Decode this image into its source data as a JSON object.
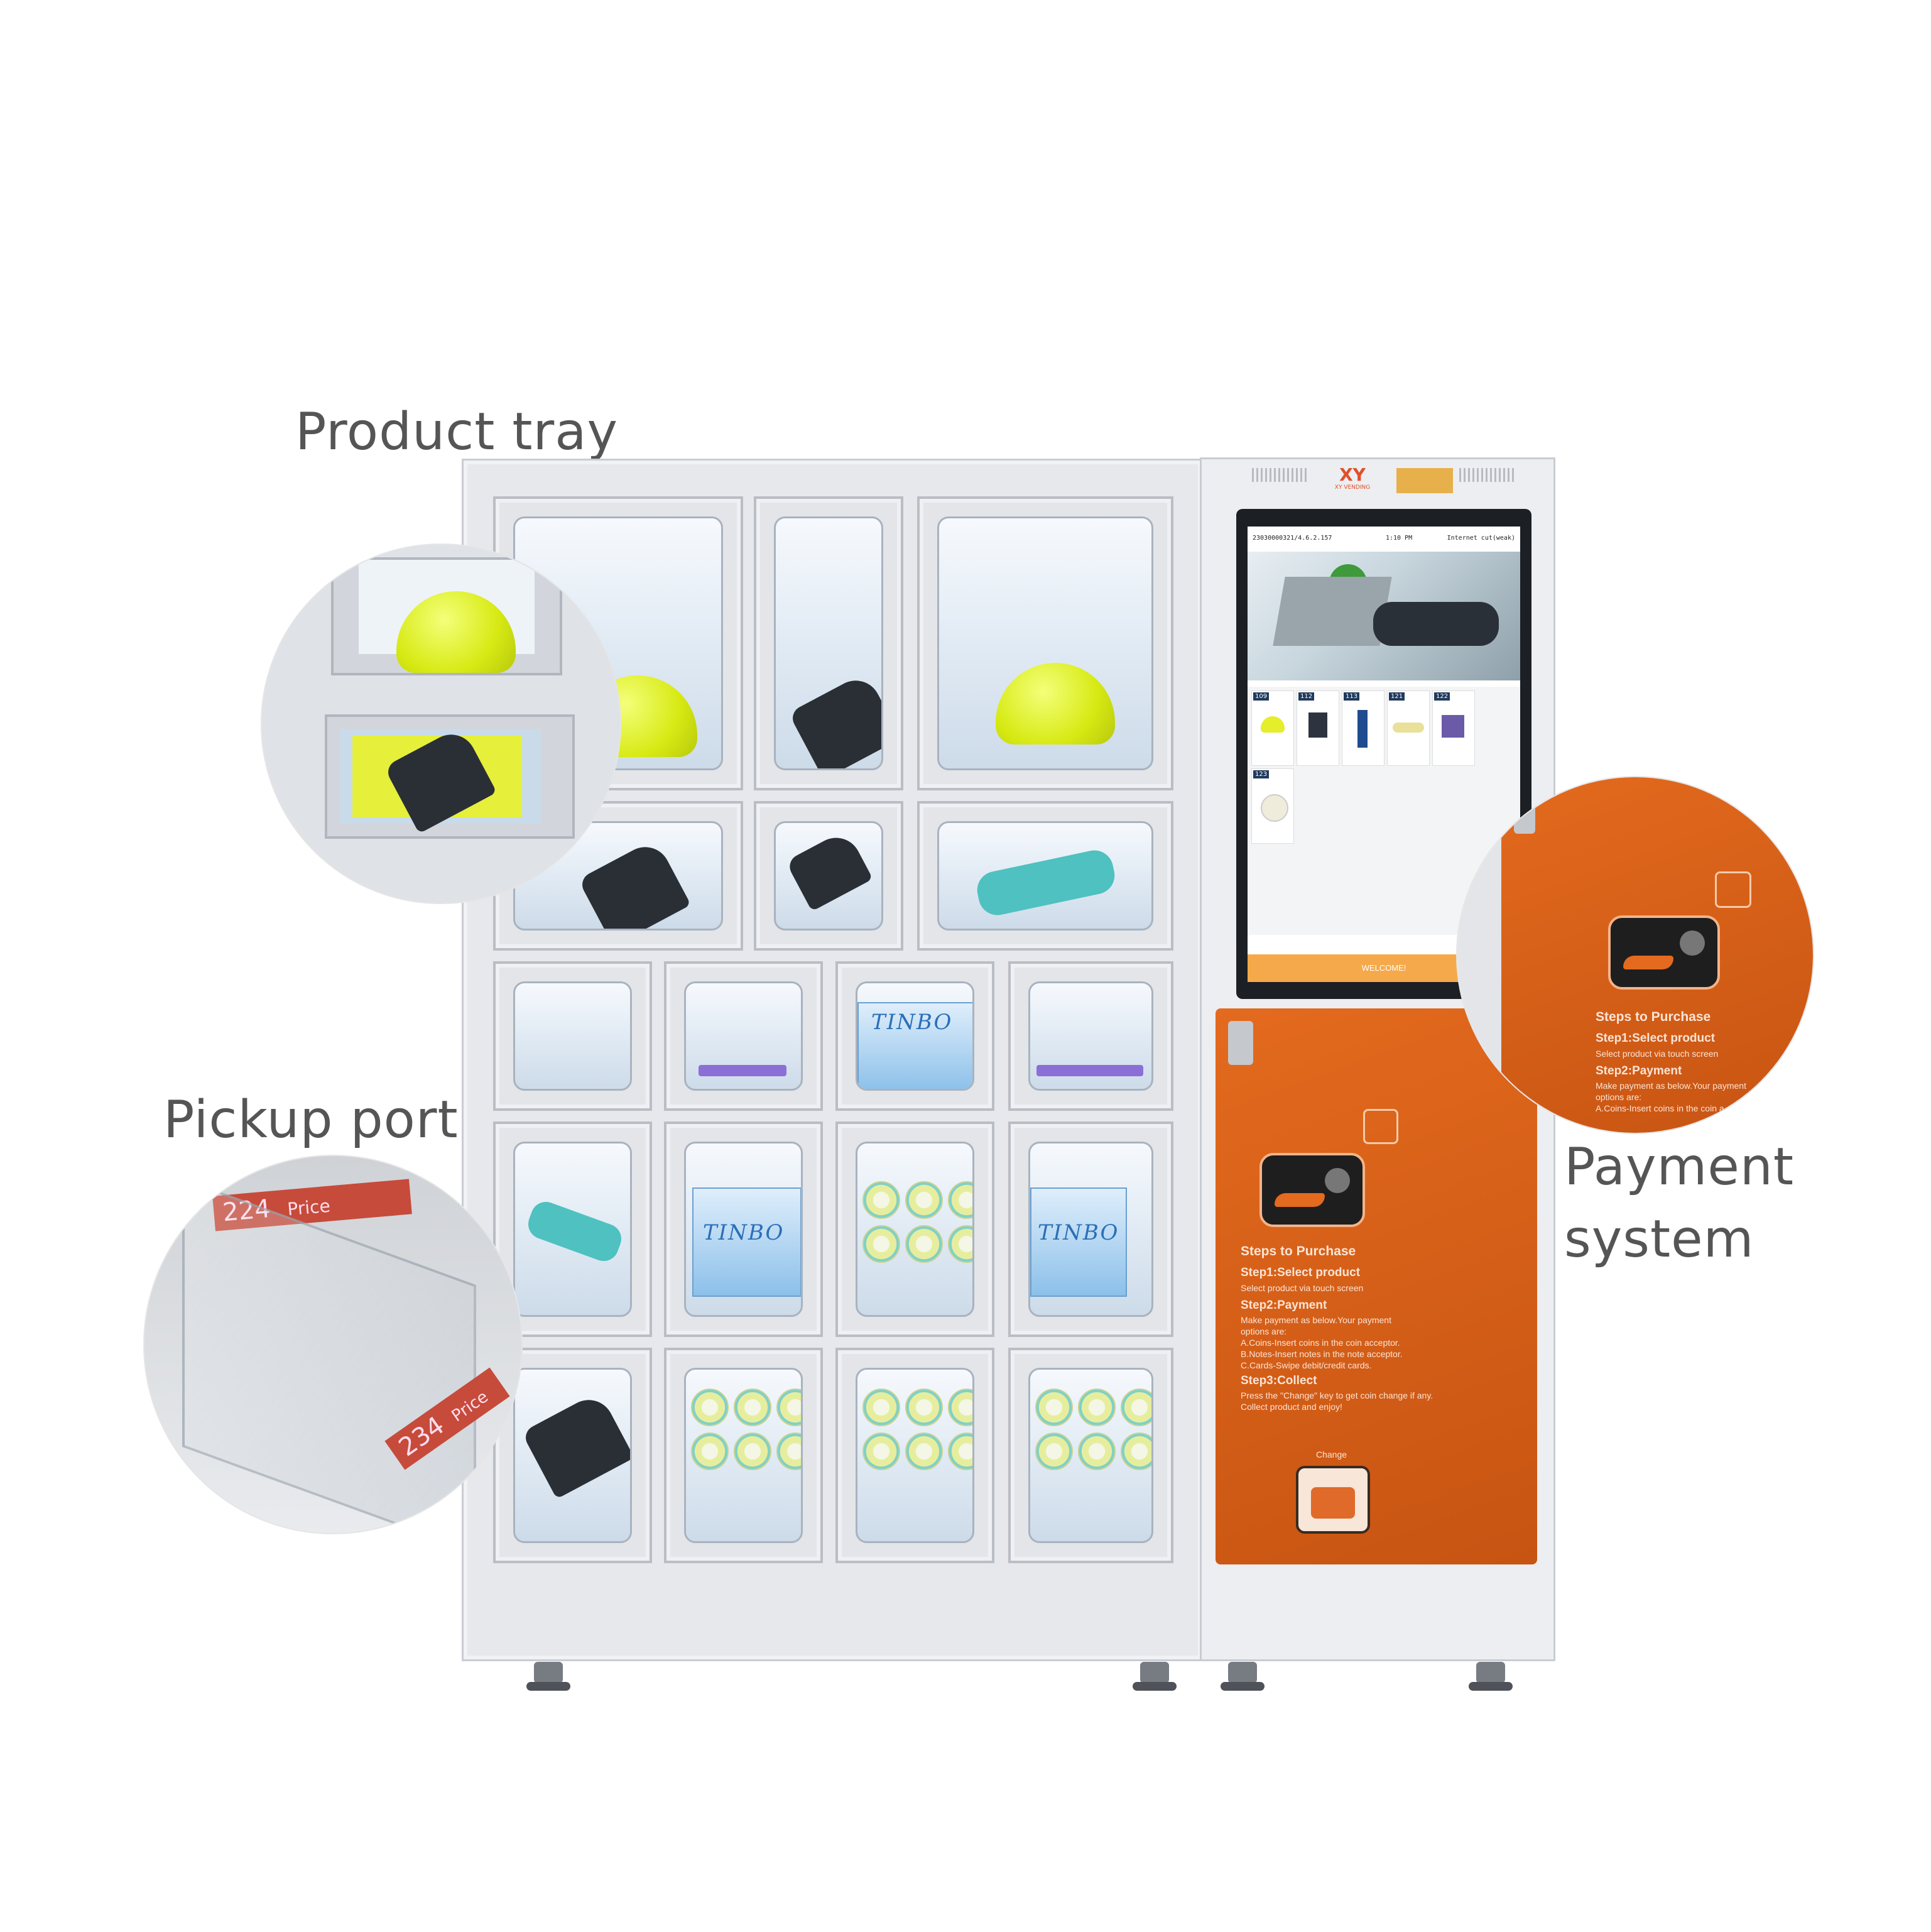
{
  "labels": {
    "product_tray": "Product tray",
    "pickup_port": "Pickup port",
    "payment_line1": "Payment",
    "payment_line2": "system"
  },
  "brand": {
    "logo_text": "XY VENDING"
  },
  "screen": {
    "status_left": "23030000321/4.6.2.157",
    "status_time": "1:10 PM",
    "status_right": "Internet cut(weak)",
    "products": [
      "109",
      "112",
      "113",
      "121",
      "122",
      "123"
    ],
    "welcome": "WELCOME!"
  },
  "tinbo": {
    "brand": "TINBO"
  },
  "pickup_tags": [
    "224",
    "Price",
    "234",
    "Price"
  ],
  "panel": {
    "title": "Steps to Purchase",
    "step1_title": "Step1:Select product",
    "step1_text": "Select product via touch screen",
    "step2_title": "Step2:Payment",
    "step2_text1": "Make payment as below.Your payment",
    "step2_text2": "options are:",
    "step2_a": "A.Coins-Insert coins in the coin acceptor.",
    "step2_b": "B.Notes-Insert notes in the note acceptor.",
    "step2_c": "C.Cards-Swipe debit/credit cards.",
    "step3_title": "Step3:Collect",
    "step3_text1": "Press the \"Change\" key to get coin change if any.",
    "step3_text2": "Collect product and enjoy!",
    "change_label": "Change"
  },
  "zoom_panel": {
    "title": "Steps to Purchase",
    "step1_title": "Step1:Select product",
    "step1_text": "Select product via touch screen",
    "step2_title": "Step2:Payment",
    "step2_text1": "Make payment as below.Your payment",
    "step2_text2": "options are:",
    "step2_a": "A.Coins-Insert coins in the coin a..."
  },
  "colors": {
    "panel_orange": "#d8611a",
    "label_gray": "#555555",
    "welcome_bar": "#f5a94b"
  }
}
